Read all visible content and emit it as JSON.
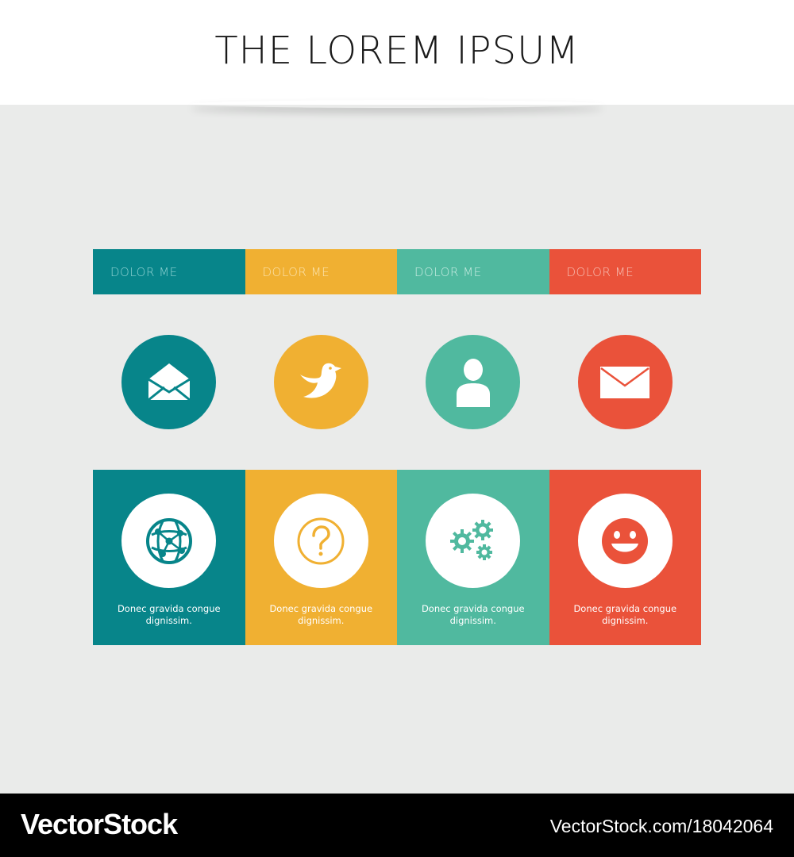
{
  "header": {
    "title": "THE LOREM IPSUM"
  },
  "colors": {
    "teal": "#07858a",
    "yellow": "#f0b032",
    "green": "#50b99f",
    "red": "#ea523a",
    "background": "#eaebea"
  },
  "tabs": [
    {
      "label": "DOLOR ME"
    },
    {
      "label": "DOLOR ME"
    },
    {
      "label": "DOLOR ME"
    },
    {
      "label": "DOLOR ME"
    }
  ],
  "top_icons": [
    "open-envelope-icon",
    "bird-icon",
    "user-icon",
    "envelope-icon"
  ],
  "cards": [
    {
      "icon": "globe-network-icon",
      "text_line1": "Donec gravida congue",
      "text_line2": "dignissim."
    },
    {
      "icon": "question-icon",
      "text_line1": "Donec gravida congue",
      "text_line2": "dignissim."
    },
    {
      "icon": "gears-icon",
      "text_line1": "Donec gravida congue",
      "text_line2": "dignissim."
    },
    {
      "icon": "smiley-icon",
      "text_line1": "Donec gravida congue",
      "text_line2": "dignissim."
    }
  ],
  "footer": {
    "brand": "VectorStock",
    "url": "VectorStock.com/18042064"
  }
}
